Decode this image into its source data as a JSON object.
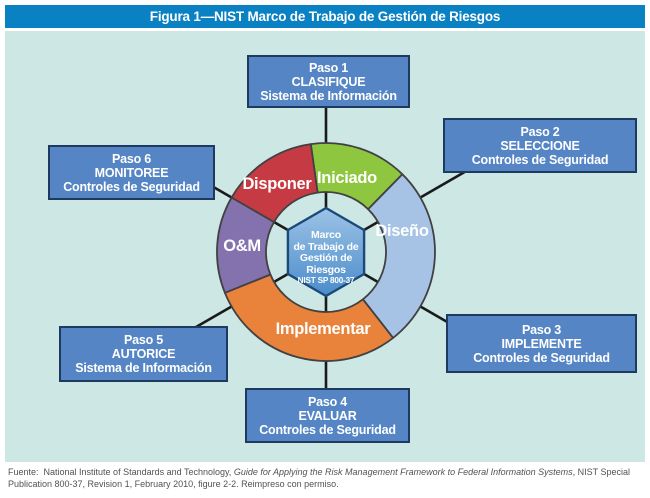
{
  "figure_title": "Figura 1—NIST Marco de Trabajo de Gestión de Riesgos",
  "boxes": [
    {
      "step": "Paso 1",
      "action": "CLASIFIQUE",
      "object": "Sistema de Información"
    },
    {
      "step": "Paso 2",
      "action": "SELECCIONE",
      "object": "Controles de Seguridad"
    },
    {
      "step": "Paso 3",
      "action": "IMPLEMENTE",
      "object": "Controles de Seguridad"
    },
    {
      "step": "Paso 4",
      "action": "EVALUAR",
      "object": "Controles de Seguridad"
    },
    {
      "step": "Paso 5",
      "action": "AUTORICE",
      "object": "Sistema de Información"
    },
    {
      "step": "Paso 6",
      "action": "MONITOREE",
      "object": "Controles de Seguridad"
    }
  ],
  "wheel": {
    "center_label": {
      "line1": "Marco",
      "line2": "de Trabajo de",
      "line3": "Gestión de",
      "line4": "Riesgos",
      "line5": "NIST SP 800-37"
    },
    "segments": [
      {
        "label": "Iniciado",
        "color": "#8ec63f",
        "start_deg": -8,
        "end_deg": 44.5
      },
      {
        "label": "Diseño",
        "color": "#a6c3e5",
        "start_deg": 44.5,
        "end_deg": 142
      },
      {
        "label": "Implementar",
        "color": "#e9823a",
        "start_deg": 142,
        "end_deg": 248
      },
      {
        "label": "O&M",
        "color": "#8372ae",
        "start_deg": 248,
        "end_deg": 300
      },
      {
        "label": "Disponer",
        "color": "#c63b43",
        "start_deg": 300,
        "end_deg": 352
      }
    ],
    "spoke_angles_deg": [
      0,
      60,
      120,
      180,
      240,
      300
    ]
  },
  "footer": {
    "prefix": "Fuente:  National Institute of Standards and Technology, ",
    "italic": "Guide for Applying the Risk Management Framework to Federal Information Systems",
    "suffix": ", NIST Special Publication 800-37, Revision 1, February 2010, figure 2-2. Reimpreso con permiso."
  },
  "colors": {
    "title_bar": "#0a81c3",
    "canvas": "#cde7e4",
    "box_fill": "#5585c4",
    "box_border": "#1f3a5f",
    "segment_outline": "#414042",
    "connector": "#1a1a1a",
    "hex_border": "#1b4a7a",
    "hex_grad_top": "#9cc3e6",
    "hex_grad_bottom": "#4b8ccb",
    "footer_text": "#515254"
  }
}
